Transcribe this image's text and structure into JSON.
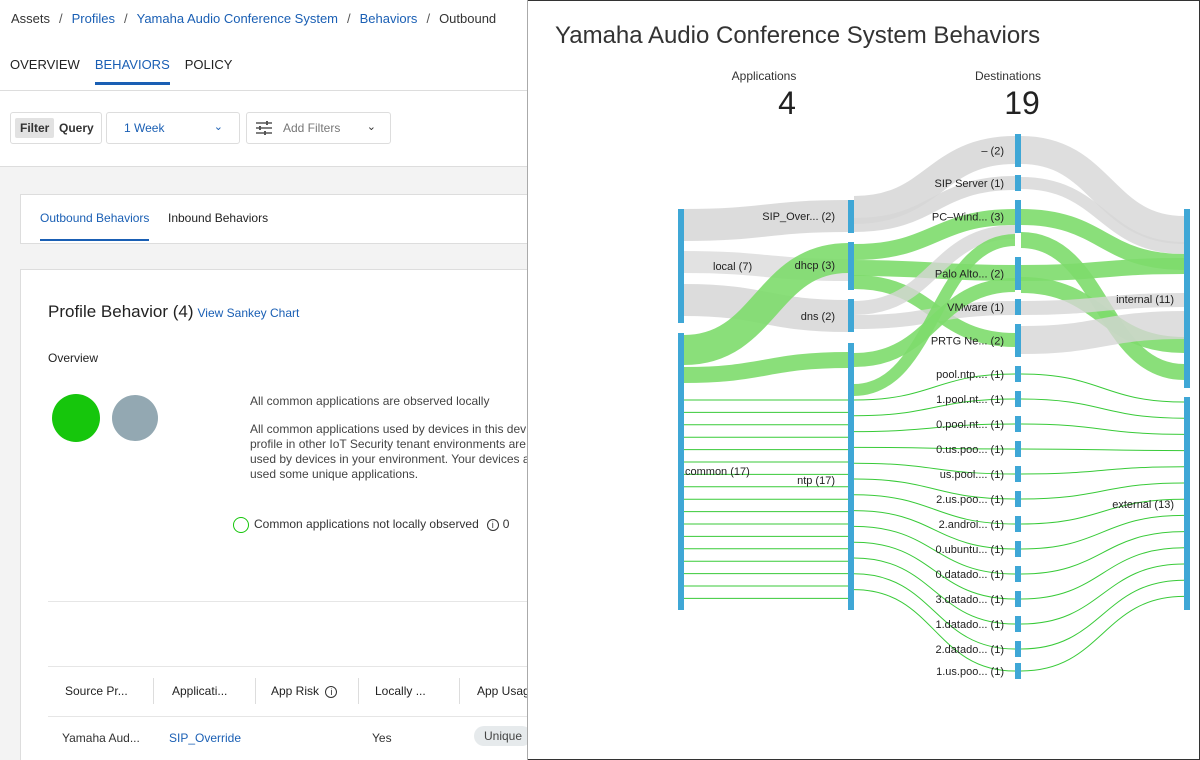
{
  "breadcrumb": {
    "items": [
      "Assets",
      "Profiles",
      "Yamaha Audio Conference System",
      "Behaviors",
      "Outbound"
    ],
    "separator": "/"
  },
  "tabs": [
    "OVERVIEW",
    "BEHAVIORS",
    "POLICY"
  ],
  "toolbar": {
    "filter_label": "Filter",
    "query_label": "Query",
    "time_value": "1 Week",
    "add_filters_label": "Add Filters"
  },
  "behavior_tabs": [
    "Outbound Behaviors",
    "Inbound Behaviors"
  ],
  "profile_behavior": {
    "title": "Profile Behavior (4)",
    "link": "View Sankey Chart",
    "overview_label": "Overview",
    "desc_title": "All common applications are observed locally",
    "desc_lines": [
      "All common applications used by devices in this dev",
      "profile in other IoT Security tenant environments are",
      "used by devices in your environment. Your devices a",
      "used some unique applications."
    ],
    "not_observed_label": "Common applications not locally observed",
    "not_observed_count": "0",
    "colors": {
      "local": "#16c60c",
      "other": "#93a8b2"
    }
  },
  "table": {
    "headers": [
      "Source Pr...",
      "Applicati...",
      "App Risk",
      "Locally ...",
      "App Usage"
    ],
    "rows": [
      {
        "source": "Yamaha Aud...",
        "app": "SIP_Override",
        "risk": "",
        "local": "Yes",
        "usage": "Unique"
      }
    ]
  },
  "sankey": {
    "title": "Yamaha Audio Conference System Behaviors",
    "applications_label": "Applications",
    "applications_count": "4",
    "destinations_label": "Destinations",
    "destinations_count": "19",
    "sources": [
      {
        "name": "local",
        "count": 7
      },
      {
        "name": "common",
        "count": 17
      }
    ],
    "applications": [
      {
        "name": "SIP_Over...",
        "count": 2
      },
      {
        "name": "dhcp",
        "count": 3
      },
      {
        "name": "dns",
        "count": 2
      },
      {
        "name": "ntp",
        "count": 17
      }
    ],
    "destinations": [
      {
        "name": "–",
        "count": 2
      },
      {
        "name": "SIP Server",
        "count": 1
      },
      {
        "name": "PC–Wind...",
        "count": 3
      },
      {
        "name": "Palo Alto...",
        "count": 2
      },
      {
        "name": "VMware",
        "count": 1
      },
      {
        "name": "PRTG Ne...",
        "count": 2
      },
      {
        "name": "pool.ntp....",
        "count": 1
      },
      {
        "name": "1.pool.nt...",
        "count": 1
      },
      {
        "name": "0.pool.nt...",
        "count": 1
      },
      {
        "name": "0.us.poo...",
        "count": 1
      },
      {
        "name": "us.pool....",
        "count": 1
      },
      {
        "name": "2.us.poo...",
        "count": 1
      },
      {
        "name": "2.androi...",
        "count": 1
      },
      {
        "name": "0.ubuntu...",
        "count": 1
      },
      {
        "name": "0.datado...",
        "count": 1
      },
      {
        "name": "3.datado...",
        "count": 1
      },
      {
        "name": "1.datado...",
        "count": 1
      },
      {
        "name": "2.datado...",
        "count": 1
      },
      {
        "name": "1.us.poo...",
        "count": 1
      }
    ],
    "networks": [
      {
        "name": "internal",
        "count": 11
      },
      {
        "name": "external",
        "count": 13
      }
    ],
    "colors": {
      "node": "#3fa7d6",
      "grey_link": "#d6d6d6",
      "green_link": "#22c422",
      "green_fill": "#7ddb6b"
    }
  }
}
